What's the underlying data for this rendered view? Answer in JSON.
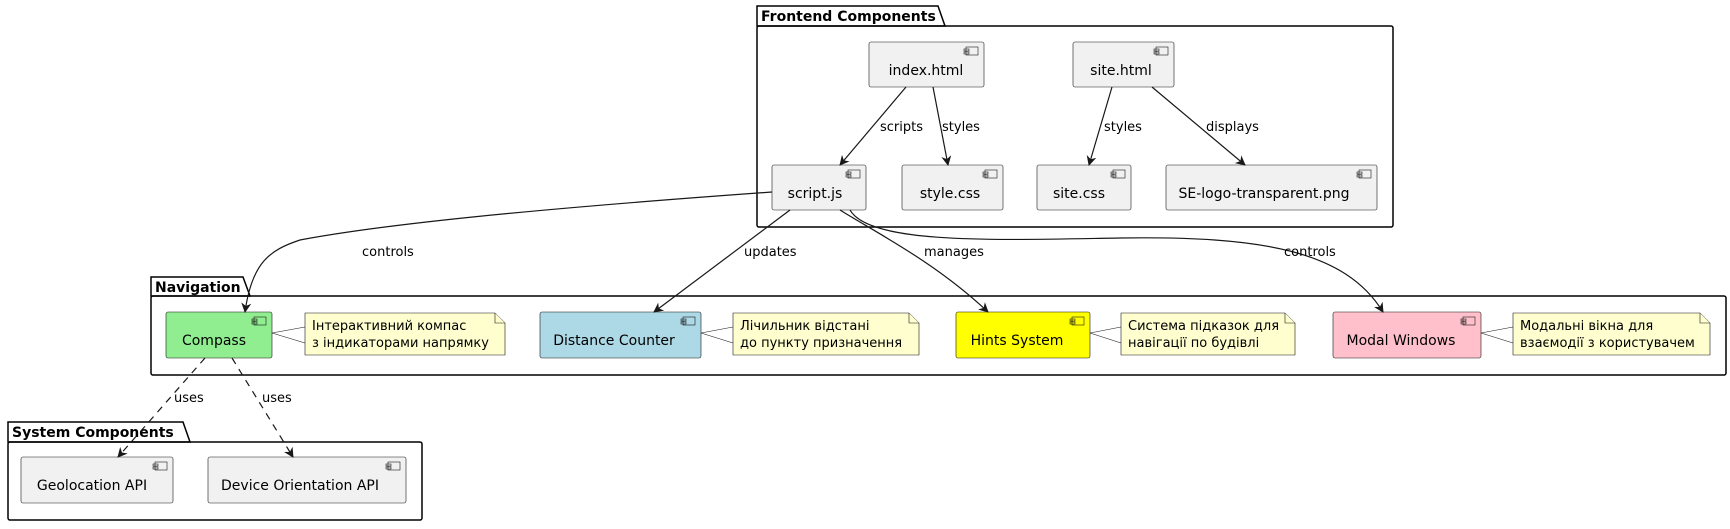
{
  "packages": {
    "frontend": {
      "title": "Frontend Components"
    },
    "navigation": {
      "title": "Navigation"
    },
    "system": {
      "title": "System Components"
    }
  },
  "components": {
    "index_html": {
      "label": "index.html",
      "color": "#f1f1f1"
    },
    "site_html": {
      "label": "site.html",
      "color": "#f1f1f1"
    },
    "script_js": {
      "label": "script.js",
      "color": "#f1f1f1"
    },
    "style_css": {
      "label": "style.css",
      "color": "#f1f1f1"
    },
    "site_css": {
      "label": "site.css",
      "color": "#f1f1f1"
    },
    "logo_png": {
      "label": "SE-logo-transparent.png",
      "color": "#f1f1f1"
    },
    "compass": {
      "label": "Compass",
      "color": "#90ee90"
    },
    "distance_counter": {
      "label": "Distance Counter",
      "color": "#add8e6"
    },
    "hints_system": {
      "label": "Hints System",
      "color": "#ffff00"
    },
    "modal_windows": {
      "label": "Modal Windows",
      "color": "#ffc0cb"
    },
    "geolocation_api": {
      "label": "Geolocation API",
      "color": "#f1f1f1"
    },
    "device_orientation_api": {
      "label": "Device Orientation API",
      "color": "#f1f1f1"
    }
  },
  "notes": {
    "compass": {
      "line1": "Інтерактивний компас",
      "line2": "з індикаторами напрямку"
    },
    "distance": {
      "line1": "Лічильник відстані",
      "line2": "до пункту призначення"
    },
    "hints": {
      "line1": "Система підказок для",
      "line2": "навігації по будівлі"
    },
    "modal": {
      "line1": "Модальні вікна для",
      "line2": "взаємодії з користувачем"
    }
  },
  "edges": {
    "index_script": "scripts",
    "index_style": "styles",
    "site_sitecss": "styles",
    "site_logo": "displays",
    "script_compass": "controls",
    "script_distance": "updates",
    "script_hints": "manages",
    "script_modal": "controls",
    "compass_geo": "uses",
    "compass_orient": "uses"
  }
}
